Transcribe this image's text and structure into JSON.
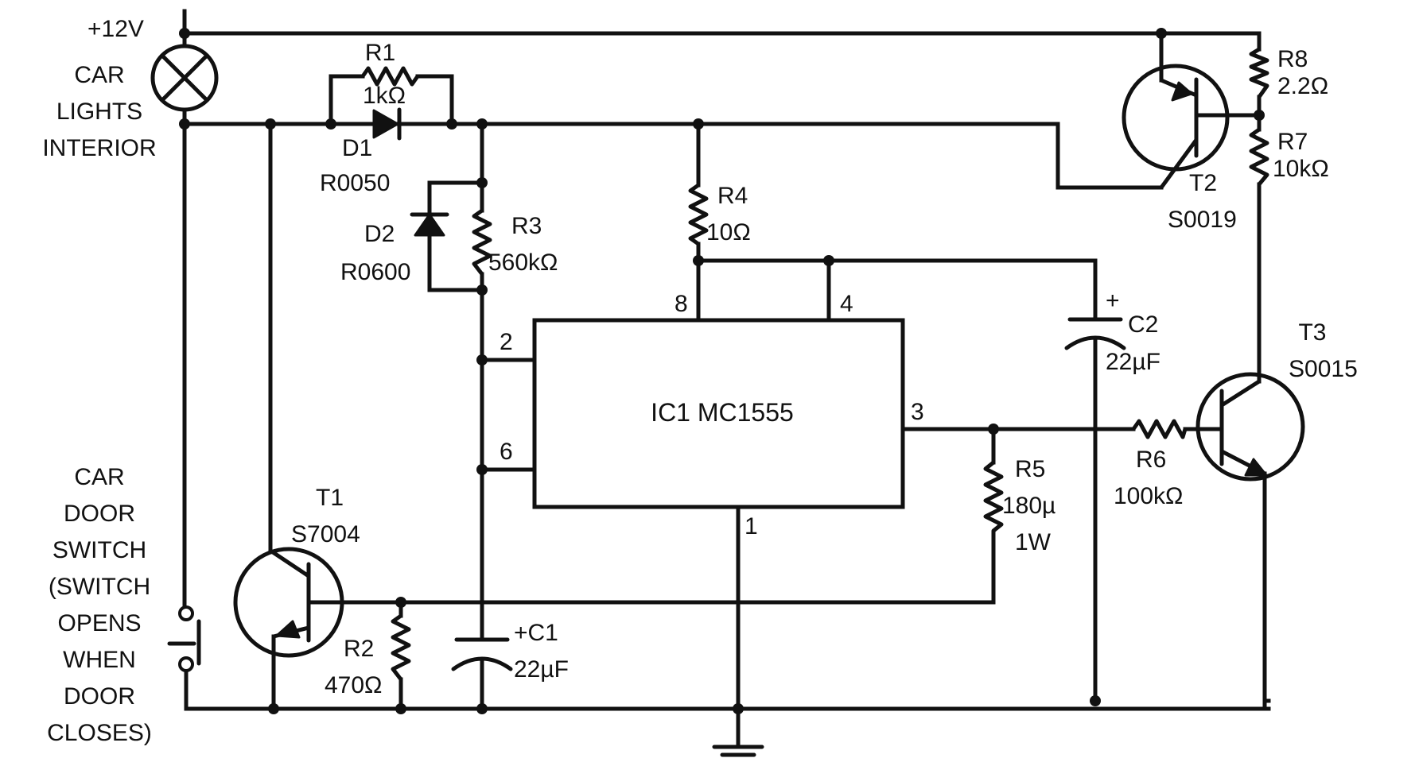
{
  "supply": {
    "label": "+12V"
  },
  "lamp": {
    "label_line1": "CAR",
    "label_line2": "LIGHTS",
    "label_line3": "INTERIOR"
  },
  "door_switch": {
    "label_lines": [
      "CAR",
      "DOOR",
      "SWITCH",
      "(SWITCH",
      "OPENS",
      "WHEN",
      "DOOR",
      "CLOSES)"
    ]
  },
  "components": {
    "R1": {
      "name": "R1",
      "value": "1kΩ"
    },
    "R2": {
      "name": "R2",
      "value": "470Ω"
    },
    "R3": {
      "name": "R3",
      "value": "560kΩ"
    },
    "R4": {
      "name": "R4",
      "value": "10Ω"
    },
    "R5": {
      "name": "R5",
      "value": "180µ",
      "rating": "1W"
    },
    "R6": {
      "name": "R6",
      "value": "100kΩ"
    },
    "R7": {
      "name": "R7",
      "value": "10kΩ"
    },
    "R8": {
      "name": "R8",
      "value": "2.2Ω"
    },
    "D1": {
      "name": "D1",
      "part": "R0050"
    },
    "D2": {
      "name": "D2",
      "part": "R0600"
    },
    "C1": {
      "name": "+C1",
      "value": "22µF"
    },
    "C2": {
      "name": "C2",
      "plus": "+",
      "value": "22µF"
    },
    "T1": {
      "name": "T1",
      "part": "S7004"
    },
    "T2": {
      "name": "T2",
      "part": "S0019"
    },
    "T3": {
      "name": "T3",
      "part": "S0015"
    },
    "IC1": {
      "label": "IC1 MC1555"
    }
  },
  "pins": {
    "p1": "1",
    "p2": "2",
    "p3": "3",
    "p4": "4",
    "p6": "6",
    "p8": "8"
  }
}
